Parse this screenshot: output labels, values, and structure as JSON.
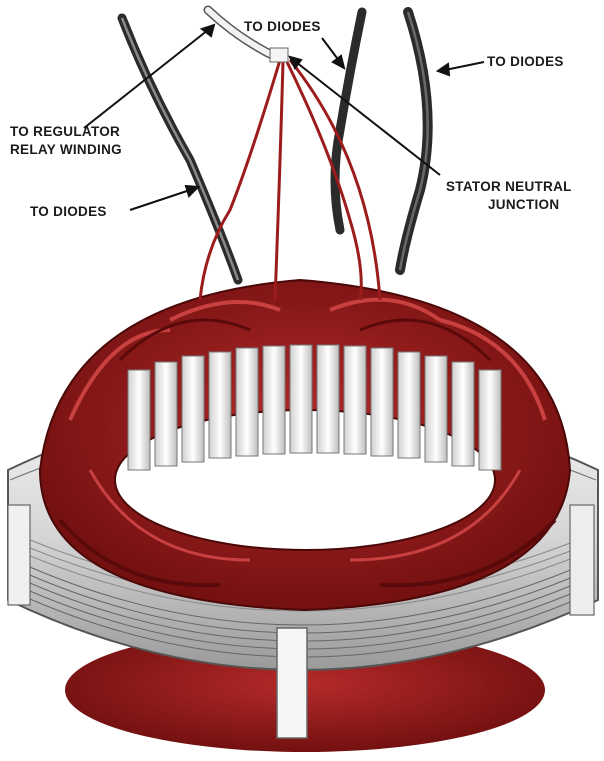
{
  "labels": {
    "to_diodes_top": "TO DIODES",
    "to_diodes_right": "TO DIODES",
    "to_regulator": [
      "TO REGULATOR",
      "RELAY WINDING"
    ],
    "stator_neutral": [
      "STATOR NEUTRAL",
      "JUNCTION"
    ],
    "to_diodes_left": "TO DIODES"
  },
  "colors": {
    "winding": "#9c1c1c",
    "winding_dark": "#5a0a0a",
    "winding_light": "#c84040",
    "core": "#e6e6e6",
    "lead_wire": "#2b2b2b",
    "insulation_sleeve": "#f2f2f2"
  }
}
